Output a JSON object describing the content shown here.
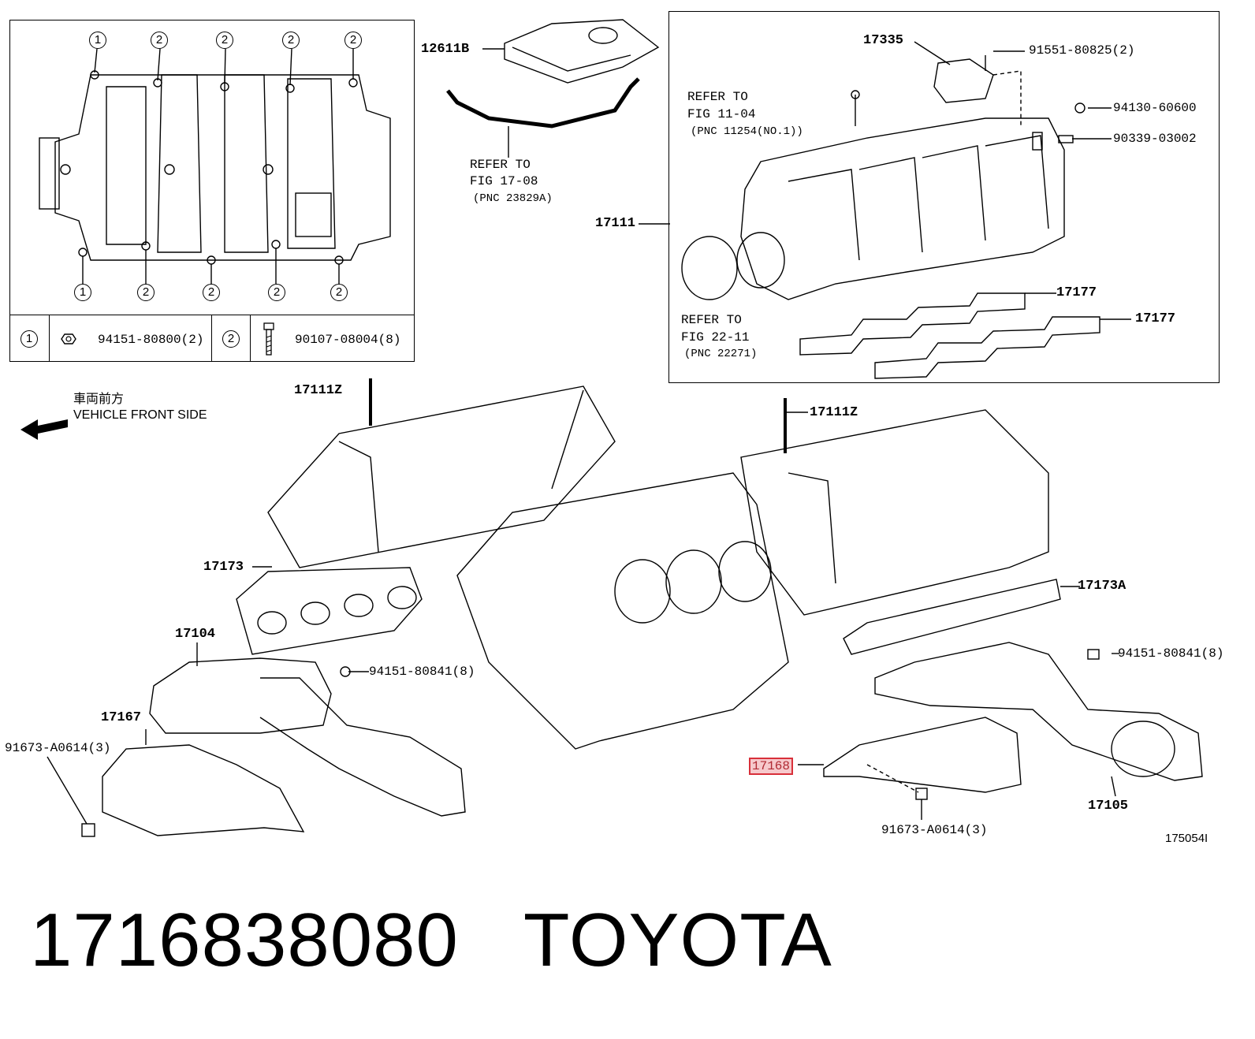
{
  "inset_top_left": {
    "callouts_top": [
      "1",
      "2",
      "2",
      "2",
      "2"
    ],
    "callouts_bottom": [
      "1",
      "2",
      "2",
      "2",
      "2"
    ],
    "legend": [
      {
        "key": "1",
        "part": "94151-80800(2)",
        "icon": "nut-icon"
      },
      {
        "key": "2",
        "part": "90107-08004(8)",
        "icon": "bolt-icon"
      }
    ]
  },
  "inset_top_right": {
    "labels": {
      "p17335": "17335",
      "p91551": "91551-80825(2)",
      "p94130": "94130-60600",
      "p90339": "90339-03002",
      "p17111": "17111",
      "p17177a": "17177",
      "p17177b": "17177",
      "ref1104_l1": "REFER TO",
      "ref1104_l2": "FIG 11-04",
      "ref1104_l3": "(PNC 11254(NO.1))",
      "ref2211_l1": "REFER TO",
      "ref2211_l2": "FIG 22-11",
      "ref2211_l3": "(PNC 22271)"
    }
  },
  "center_top": {
    "p12611b": "12611B",
    "ref_l1": "REFER TO",
    "ref_l2": "FIG 17-08",
    "ref_l3": "(PNC 23829A)"
  },
  "direction": {
    "jp": "車両前方",
    "en": "VEHICLE FRONT SIDE",
    "icon": "arrow-left-icon"
  },
  "main": {
    "p17111z_left": "17111Z",
    "p17111z_right": "17111Z",
    "p17173": "17173",
    "p17173a": "17173A",
    "p17104": "17104",
    "p94151_left": "94151-80841(8)",
    "p94151_right": "94151-80841(8)",
    "p17167": "17167",
    "p91673_left": "91673-A0614(3)",
    "p17168": "17168",
    "p91673_right": "91673-A0614(3)",
    "p17105": "17105",
    "drawing_no": "175054I"
  },
  "caption": {
    "part_number": "1716838080",
    "brand": "TOYOTA"
  },
  "colors": {
    "line": "#000000",
    "highlight_border": "#d8303a",
    "highlight_fill": "#f6c9cc"
  }
}
